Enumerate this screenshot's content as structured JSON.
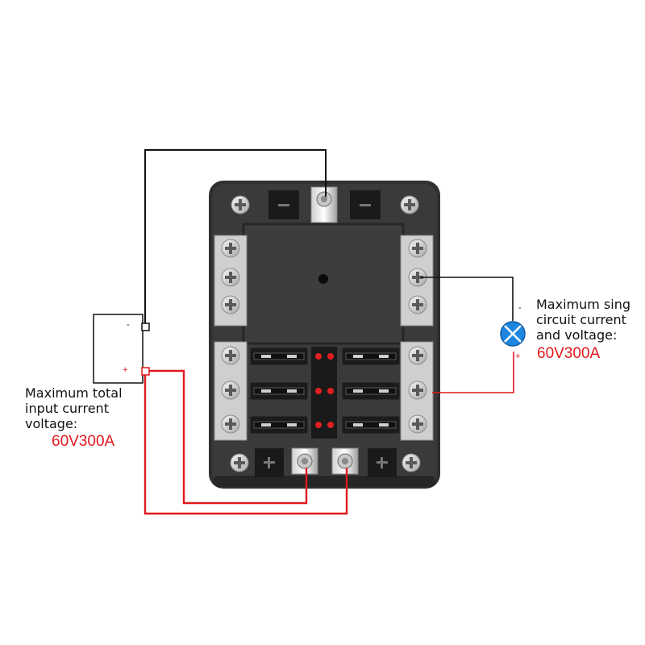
{
  "battery": {
    "negative_label": "-",
    "positive_label": "+"
  },
  "input_spec": {
    "line1": "Maximum total",
    "line2": "input current",
    "line3": "voltage:",
    "rating": "60V300A"
  },
  "load": {
    "negative_label": "-",
    "positive_label": "+"
  },
  "circuit_spec": {
    "line1": "Maximum sing",
    "line2": "circuit current",
    "line3": "and voltage:",
    "rating": "60V300A"
  },
  "colors": {
    "positive_wire": "#e0191e",
    "negative_wire": "#111111",
    "housing": "#2e2e2e",
    "lamp": "#1f86e0",
    "led": "#e02020"
  }
}
